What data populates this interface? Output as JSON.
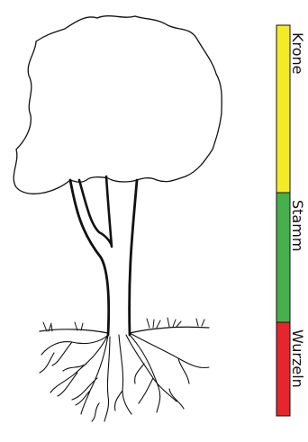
{
  "legend": {
    "segments": [
      {
        "label": "Krone",
        "color": "#f4ea28"
      },
      {
        "label": "Stamm",
        "color": "#46b04c"
      },
      {
        "label": "Wurzeln",
        "color": "#e5262c"
      }
    ]
  },
  "icons": {
    "illustration": "tree-illustration"
  }
}
